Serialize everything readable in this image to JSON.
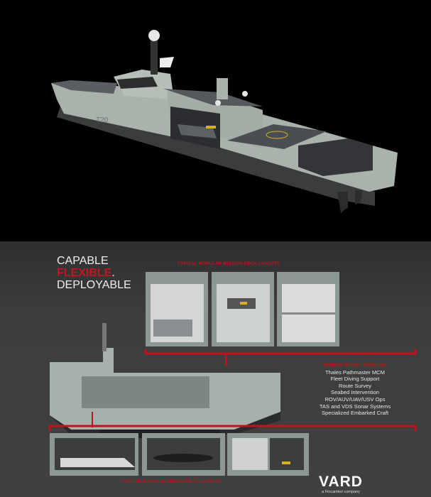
{
  "ship_render": {
    "hull_number": "T20"
  },
  "infographic": {
    "title": {
      "line1": "CAPABLE",
      "line2": "FLEXIBLE",
      "line2_suffix": ".",
      "line3": "DEPLOYABLE"
    },
    "top_layouts_label": "TYPICAL MODULAR MISSION DECK LAYOUTS",
    "bottom_layouts_label": "TYPICAL MODULAR MISSION BAY LAYOUTS",
    "mission_packages": {
      "heading": "Modular Mission Packages",
      "items": [
        "Thales Pathmaster MCM",
        "Fleet Diving Support",
        "Route Survey",
        "Seabed Intervention",
        "ROV/AUV/UAV/USV Ops",
        "TAS and VDS Sonar Systems",
        "Specialized Embarked Craft"
      ]
    },
    "logo": {
      "name": "VARD",
      "tagline": "a Fincantieri company"
    }
  },
  "colors": {
    "accent": "#c0141c",
    "hull": "#a9b3ac",
    "deck": "#4a4d52",
    "background": "#404040"
  }
}
